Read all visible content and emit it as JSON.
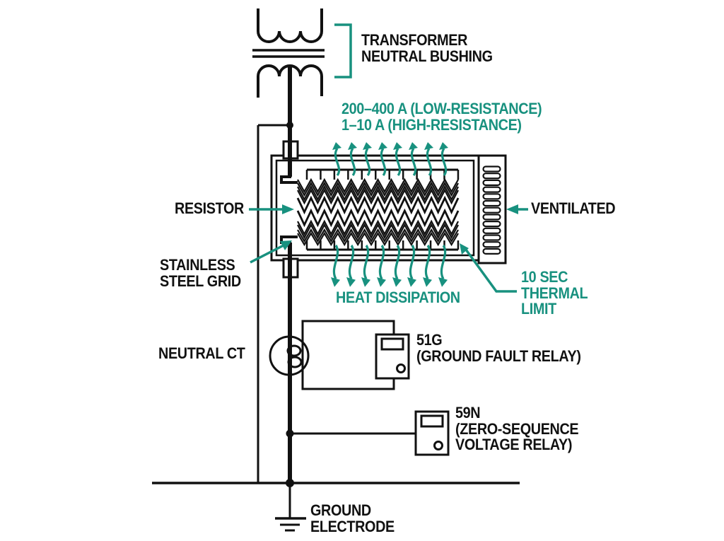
{
  "colors": {
    "ink": "#111111",
    "teal": "#18917F",
    "background": "#ffffff"
  },
  "labels": {
    "transformer_bushing": "TRANSFORMER\nNEUTRAL BUSHING",
    "current_rating": "200–400 A (LOW-RESISTANCE)\n1–10 A (HIGH-RESISTANCE)",
    "resistor": "RESISTOR",
    "stainless_steel_grid": "STAINLESS\nSTEEL GRID",
    "ventilated": "VENTILATED",
    "heat_dissipation": "HEAT DISSIPATION",
    "thermal_limit": "10 SEC\nTHERMAL\nLIMIT",
    "neutral_ct": "NEUTRAL CT",
    "ground_fault_relay": "51G\n(GROUND FAULT RELAY)",
    "zero_sequence_relay": "59N\n(ZERO-SEQUENCE\nVOLTAGE RELAY)",
    "ground_electrode": "GROUND\nELECTRODE"
  },
  "icons": {
    "transformer": "two-winding-transformer-symbol",
    "neutral_ct": "current-transformer-circle",
    "relay_51g": "relay-device-box",
    "relay_59n": "relay-device-box",
    "ground": "ground-electrode-symbol",
    "heat_waves": "wavy-heat-arrows",
    "resistor_grid": "zigzag-resistor-bank",
    "ventilation": "louvered-panel"
  }
}
